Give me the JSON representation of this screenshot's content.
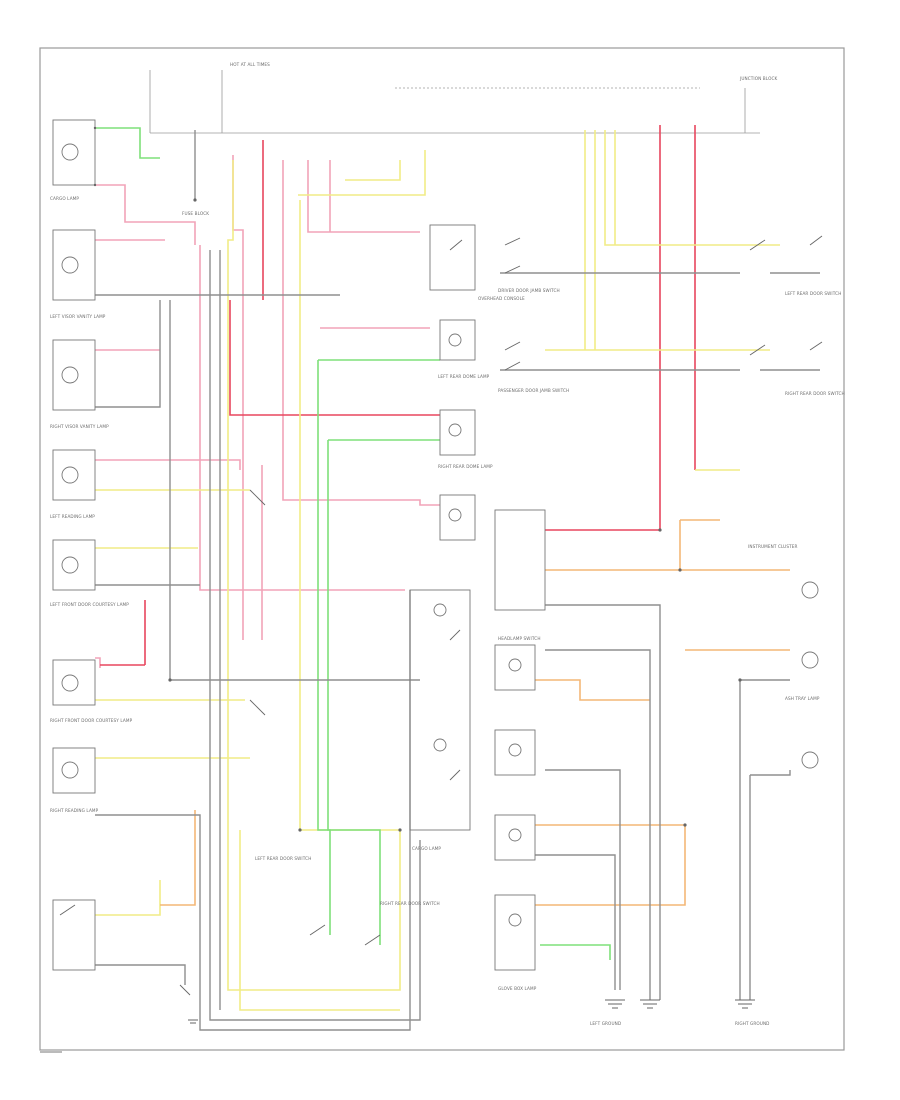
{
  "diagram": {
    "title": "",
    "colors": {
      "pink": "#f2a3b8",
      "red": "#e8465e",
      "yellow": "#f1ec86",
      "green": "#7fe07a",
      "orange": "#f3b777",
      "gray": "#8f8f8f",
      "dark": "#555555",
      "line": "#9a9a9a"
    },
    "labels": {
      "hot_all_times": "HOT AT ALL TIMES",
      "fuse_block": "FUSE BLOCK",
      "junction_block": "JUNCTION BLOCK",
      "cargo_lamp": "CARGO LAMP",
      "left_vanity": "LEFT VISOR VANITY LAMP",
      "right_vanity": "RIGHT VISOR VANITY LAMP",
      "left_rear_dome": "LEFT REAR DOME LAMP",
      "right_rear_dome": "RIGHT REAR DOME LAMP",
      "left_courtesy": "LEFT FRONT DOOR COURTESY LAMP",
      "right_courtesy": "RIGHT FRONT DOOR COURTESY LAMP",
      "left_reading": "LEFT READING LAMP",
      "right_reading": "RIGHT READING LAMP",
      "driver_door_switch": "DRIVER DOOR JAMB SWITCH",
      "passenger_door_switch": "PASSENGER DOOR JAMB SWITCH",
      "left_rear_door_switch": "LEFT REAR DOOR SWITCH",
      "right_rear_door_switch": "RIGHT REAR DOOR SWITCH",
      "instrument_cluster": "INSTRUMENT CLUSTER",
      "headlamp_switch": "HEADLAMP SWITCH",
      "overhead_console": "OVERHEAD CONSOLE",
      "glove_box_lamp": "GLOVE BOX LAMP",
      "ash_tray_lamp": "ASH TRAY LAMP",
      "ground_left": "LEFT GROUND",
      "ground_right": "RIGHT GROUND"
    }
  }
}
